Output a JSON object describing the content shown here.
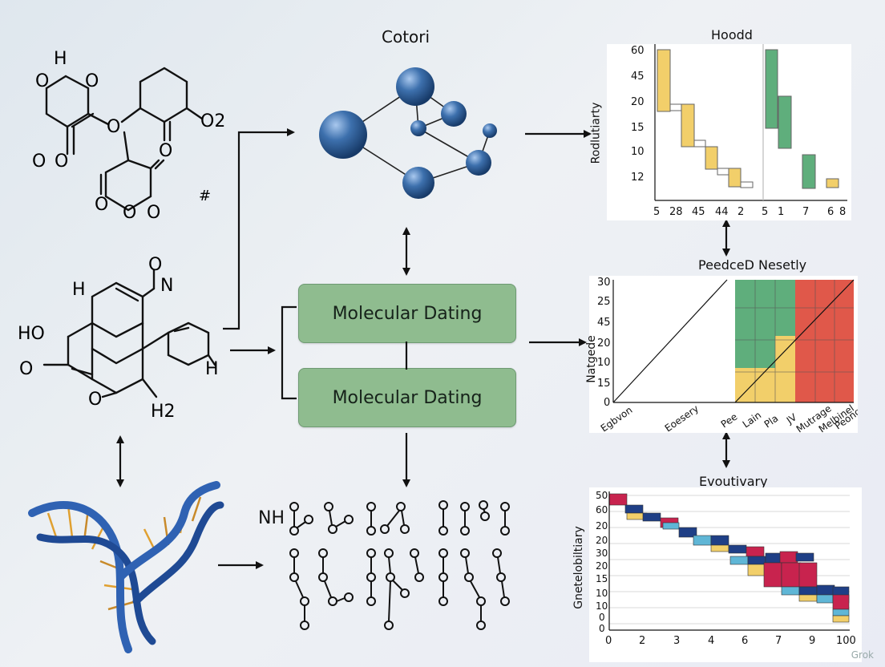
{
  "center": {
    "network_title": "Cotori",
    "box_top_label": "Molecular Dating",
    "box_bottom_label": "Molecular Dating"
  },
  "molecules": {
    "top_labels": [
      "H",
      "O",
      "O",
      "O",
      "O2",
      "O",
      "O",
      "O",
      "O",
      "O",
      "O",
      "#"
    ],
    "mid_labels": [
      "O",
      "N",
      "H",
      "HO",
      "O",
      "H",
      "O",
      "H2"
    ],
    "fragments_label": "NH"
  },
  "charts": {
    "top": {
      "title": "Hoodd",
      "ylabel": "Rodlutiarty",
      "yticks": [
        "60",
        "45",
        "20",
        "15",
        "10",
        "12"
      ],
      "xticks": [
        "5",
        "28",
        "45",
        "44",
        "2",
        "5",
        "1",
        "7",
        "6",
        "8"
      ]
    },
    "middle": {
      "title": "PeedceD Nesetly",
      "ylabel": "Natgede",
      "yticks": [
        "30",
        "25",
        "45",
        "20",
        "10",
        "15",
        "0"
      ],
      "xticks": [
        "Egbvon",
        "Eoesery",
        "Pee",
        "Lain",
        "Pla",
        "JV",
        "Mutrage",
        "Melbinel",
        "Peongg"
      ]
    },
    "bottom": {
      "title": "Evoutivary",
      "ylabel": "Gnetelobiltiary",
      "yticks": [
        "50",
        "60",
        "20",
        "20",
        "30",
        "20",
        "15",
        "10",
        "10",
        "0",
        "0"
      ],
      "xticks": [
        "0",
        "2",
        "3",
        "4",
        "6",
        "7",
        "9",
        "100"
      ]
    }
  },
  "colors": {
    "yellow": "#f2cf6a",
    "green": "#5fae7c",
    "red": "#e0584a",
    "box": "#8fbc8f",
    "navy": "#1f3f86",
    "crimson": "#c8234e",
    "cyan": "#5fb6d6",
    "sphere": "#2c5d97"
  },
  "watermark": "Grok"
}
